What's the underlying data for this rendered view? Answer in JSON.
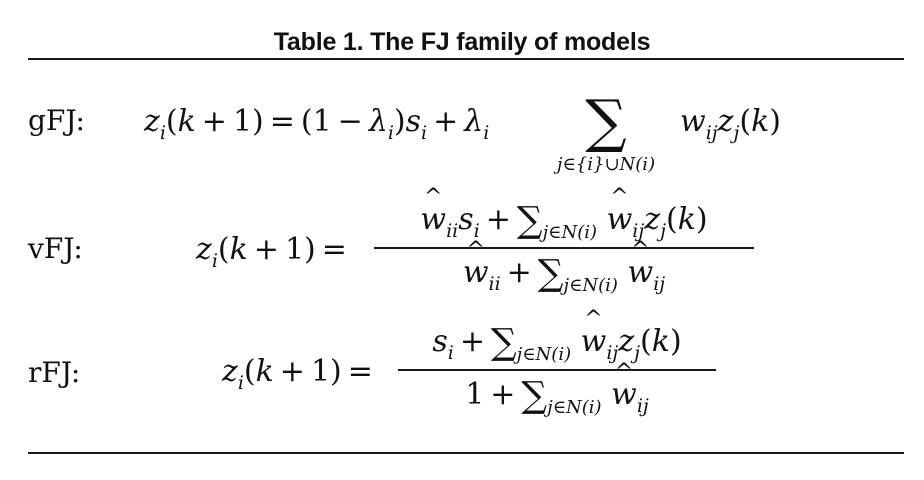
{
  "table": {
    "caption": "Table 1. The FJ family of models",
    "rows": [
      {
        "label": "gFJ:",
        "lhs": "z_i(k+1) = (1 − λ_i)s_i + λ_i",
        "sum_index": "j∈{i}∪N(i)",
        "summand": "w_ij z_j(k)"
      },
      {
        "label": "vFJ:",
        "lhs": "z_i(k+1) =",
        "numerator": "ŵ_ii s_i + Σ_{j∈N(i)} ŵ_ij z_j(k)",
        "denominator": "ŵ_ii + Σ_{j∈N(i)} ŵ_ij"
      },
      {
        "label": "rFJ:",
        "lhs": "z_i(k+1) =",
        "numerator": "s_i + Σ_{j∈N(i)} ŵ_ij z_j(k)",
        "denominator": "1 + Σ_{j∈N(i)} ŵ_ij"
      }
    ]
  }
}
